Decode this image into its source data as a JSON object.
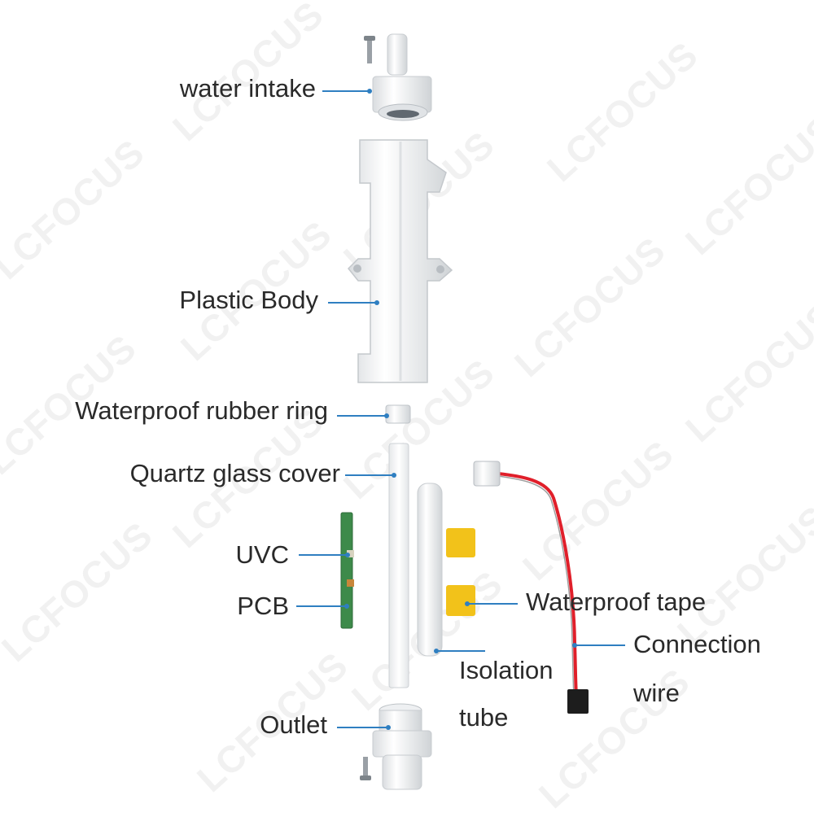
{
  "labels": {
    "water_intake": "water intake",
    "plastic_body": "Plastic Body",
    "rubber_ring": "Waterproof rubber ring",
    "quartz_cover": "Quartz glass cover",
    "uvc": "UVC",
    "pcb": "PCB",
    "waterproof_tape": "Waterproof tape",
    "connection_line1": "Connection",
    "connection_line2": "wire",
    "isolation_line1": "Isolation",
    "isolation_line2": "tube",
    "outlet": "Outlet"
  },
  "watermark": "LCFOCUS",
  "colors": {
    "leader": "#2f7fc1",
    "wire": "#e01f2a",
    "tape": "#f2c21a",
    "pcb": "#3d8a4a",
    "text": "#2a2a2a"
  }
}
